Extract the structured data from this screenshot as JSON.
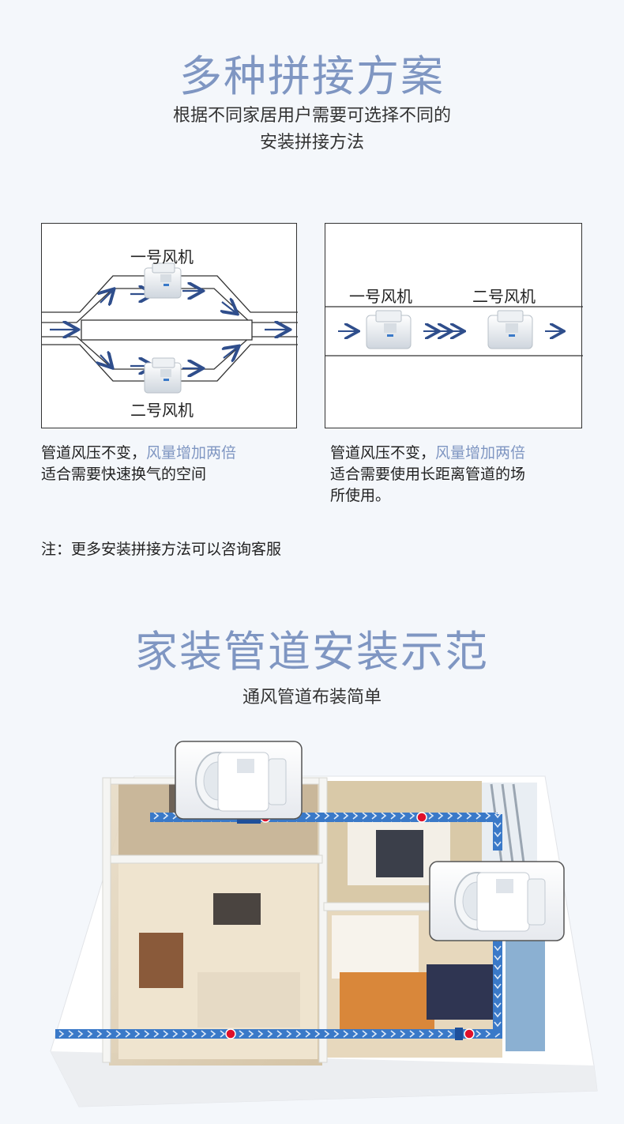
{
  "section1": {
    "title": "多种拼接方案",
    "subtitle_line1": "根据不同家居用户需要可选择不同的",
    "subtitle_line2": "安装拼接方法"
  },
  "parallel": {
    "fan1_label": "一号风机",
    "fan2_label": "二号风机",
    "desc_prefix": "管道风压不变，",
    "desc_highlight": "风量增加两倍",
    "desc_line2": "适合需要快速换气的空间"
  },
  "series": {
    "fan1_label": "一号风机",
    "fan2_label": "二号风机",
    "desc_prefix": "管道风压不变，",
    "desc_highlight": "风量增加两倍",
    "desc_line2": "适合需要使用长距离管道的场",
    "desc_line3": "所使用。"
  },
  "note": "注：更多安装拼接方法可以咨询客服",
  "section2": {
    "title": "家装管道安装示范",
    "subtitle": "通风管道布装简单"
  },
  "colors": {
    "title_blue": "#7f96c2",
    "arrow_blue": "#2f4e8c",
    "duct_blue": "#3a79c8",
    "marker_red": "#e0102a"
  },
  "icons": [
    "arrow-right-icon",
    "inline-fan-icon"
  ]
}
